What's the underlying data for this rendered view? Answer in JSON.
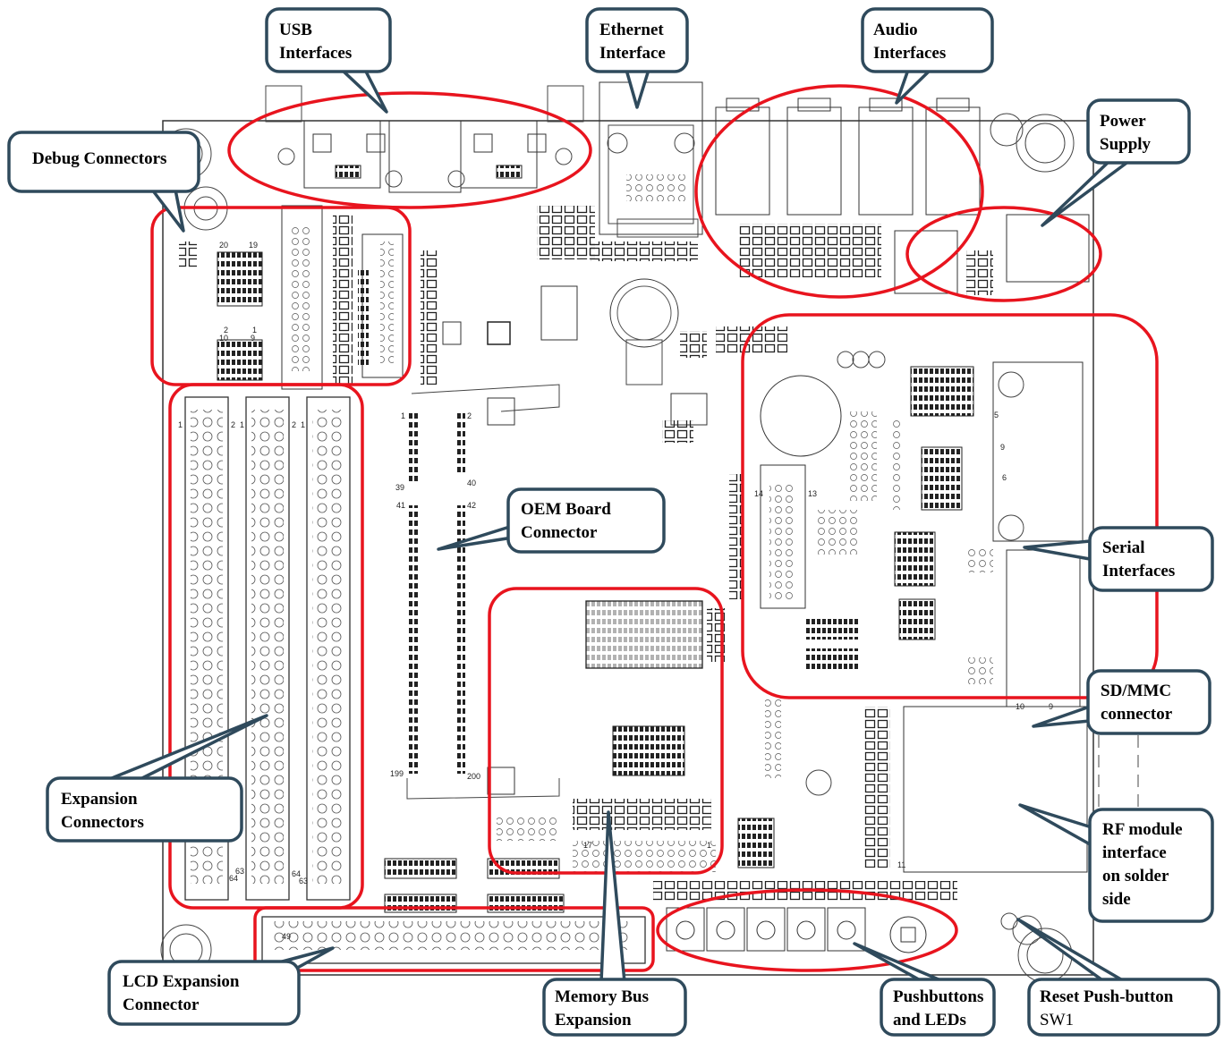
{
  "callouts": {
    "usb": [
      "USB",
      "Interfaces"
    ],
    "ethernet": [
      "Ethernet",
      "Interface"
    ],
    "audio": [
      "Audio",
      "Interfaces"
    ],
    "power": [
      "Power",
      "Supply"
    ],
    "debug": [
      "Debug Connectors"
    ],
    "oem": [
      "OEM Board",
      "Connector"
    ],
    "serial": [
      "Serial",
      "Interfaces"
    ],
    "sdmmc": [
      "SD/MMC",
      "connector"
    ],
    "rf": [
      "RF module",
      "interface",
      "on solder",
      "side"
    ],
    "expansion": [
      "Expansion",
      "Connectors"
    ],
    "lcd": [
      "LCD Expansion",
      "Connector"
    ],
    "memory": [
      "Memory Bus",
      "Expansion"
    ],
    "pushbuttons": [
      "Pushbuttons",
      "and LEDs"
    ],
    "reset": [
      "Reset Push-button"
    ],
    "reset_sub": "SW1"
  },
  "pin_labels": {
    "exp1_top": "1",
    "exp1_top2": "2",
    "exp2_top": "1",
    "exp2_top2": "2",
    "exp3_top": "1",
    "exp_bottom_a": "63",
    "exp_bottom_b": "64",
    "exp_bottom_c": "64",
    "exp_bottom_d": "63",
    "oem_a": "1",
    "oem_b": "2",
    "oem_c": "39",
    "oem_d": "40",
    "oem_e": "41",
    "oem_f": "42",
    "oem_g": "199",
    "oem_h": "200",
    "debug_a": "20",
    "debug_b": "19",
    "debug_c": "10",
    "debug_d": "9",
    "debug_e": "2",
    "debug_f": "1",
    "lcd_a": "49",
    "mem_a": "17",
    "mem_b": "1",
    "ser_a": "14",
    "ser_b": "13",
    "ser_c": "9",
    "ser_d": "6",
    "ser_e": "5",
    "sd_a": "10",
    "sd_b": "9",
    "sd_c": "11"
  },
  "colors": {
    "highlight": "#e8141e",
    "callout_border": "#2f4a5c",
    "board_line": "#333333"
  }
}
